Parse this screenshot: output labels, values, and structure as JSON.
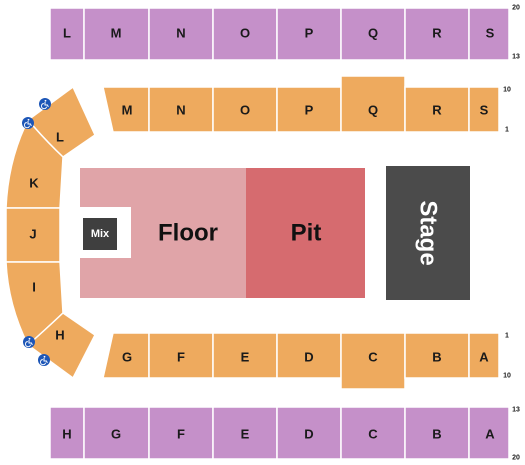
{
  "colors": {
    "upper": "#c590c9",
    "lower": "#eeaa5e",
    "floor": "#e0a4a8",
    "pit": "#d66b6f",
    "stage": "#4b4b4b",
    "mix": "#3f3f3f",
    "accessible": "#1d56b7"
  },
  "upper_top": {
    "sections": [
      "L",
      "M",
      "N",
      "O",
      "P",
      "Q",
      "R",
      "S"
    ],
    "row_first": "20",
    "row_last": "13"
  },
  "lower_top": {
    "sections": [
      "M",
      "N",
      "O",
      "P",
      "Q",
      "R",
      "S"
    ],
    "row_first": "10",
    "row_last": "1"
  },
  "lower_bottom": {
    "sections": [
      "G",
      "F",
      "E",
      "D",
      "C",
      "B",
      "A"
    ],
    "row_first": "1",
    "row_last": "10"
  },
  "upper_bottom": {
    "sections": [
      "H",
      "G",
      "F",
      "E",
      "D",
      "C",
      "B",
      "A"
    ],
    "row_first": "13",
    "row_last": "20"
  },
  "curve_sections": [
    "L",
    "K",
    "J",
    "I",
    "H"
  ],
  "floor": {
    "label": "Floor"
  },
  "pit": {
    "label": "Pit"
  },
  "stage": {
    "label": "Stage"
  },
  "mix": {
    "label": "Mix"
  },
  "accessible_icon": "wheelchair-icon"
}
